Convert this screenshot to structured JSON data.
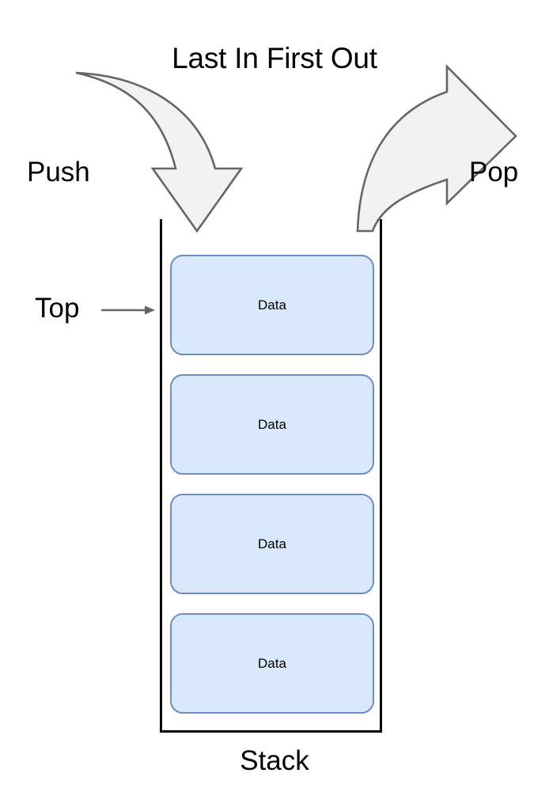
{
  "diagram": {
    "title": "Last In First Out",
    "bottom_label": "Stack",
    "labels": {
      "push": "Push",
      "pop": "Pop",
      "top": "Top"
    },
    "stack_cells": [
      {
        "label": "Data"
      },
      {
        "label": "Data"
      },
      {
        "label": "Data"
      },
      {
        "label": "Data"
      }
    ],
    "colors": {
      "cell_fill": "#dae8fc",
      "cell_border": "#6c8ebf",
      "arrow_fill": "#f2f2f2",
      "arrow_stroke": "#666666",
      "container_border": "#000000",
      "pointer_arrow": "#666666",
      "text": "#000000",
      "background": "#ffffff"
    },
    "icons": {
      "push_arrow": "curved-down-arrow-icon",
      "pop_arrow": "curved-right-arrow-icon",
      "top_pointer": "right-arrow-icon"
    }
  }
}
